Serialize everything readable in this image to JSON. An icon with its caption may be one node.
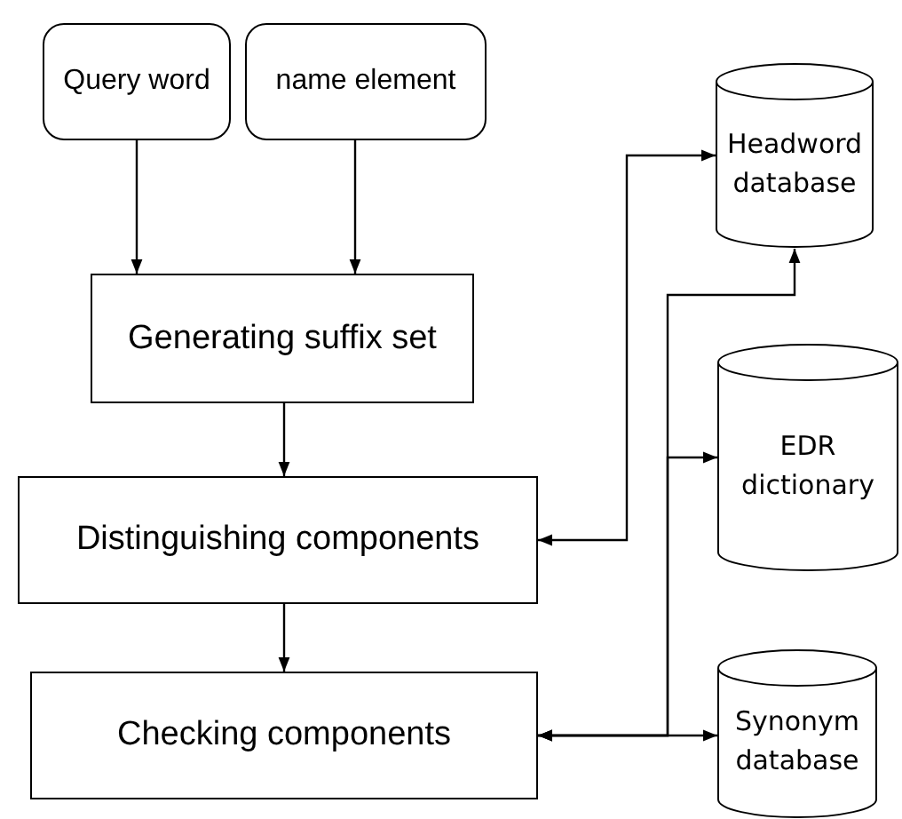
{
  "diagram": {
    "nodes": [
      {
        "text": [
          "Query word"
        ]
      },
      {
        "text": [
          "name element"
        ]
      },
      {
        "text": [
          "Generating suffix set"
        ]
      },
      {
        "text": [
          "Distinguishing components"
        ]
      },
      {
        "text": [
          "Checking components"
        ]
      },
      {
        "text": [
          "Headword database"
        ]
      },
      {
        "text": [
          "EDR dictionary"
        ]
      },
      {
        "text": [
          "Synonym database"
        ]
      }
    ],
    "edges": [
      {
        "from": 0,
        "to": 2,
        "arrow": "to"
      },
      {
        "from": 1,
        "to": 2,
        "arrow": "to"
      },
      {
        "from": 2,
        "to": 3,
        "arrow": "to"
      },
      {
        "from": 3,
        "to": 4,
        "arrow": "to"
      },
      {
        "from": 3,
        "to": 5,
        "arrow": "both"
      },
      {
        "from": 4,
        "to": 5,
        "arrow": "both"
      },
      {
        "from": 4,
        "to": 6,
        "arrow": "both"
      },
      {
        "from": 4,
        "to": 7,
        "arrow": "both"
      }
    ]
  }
}
